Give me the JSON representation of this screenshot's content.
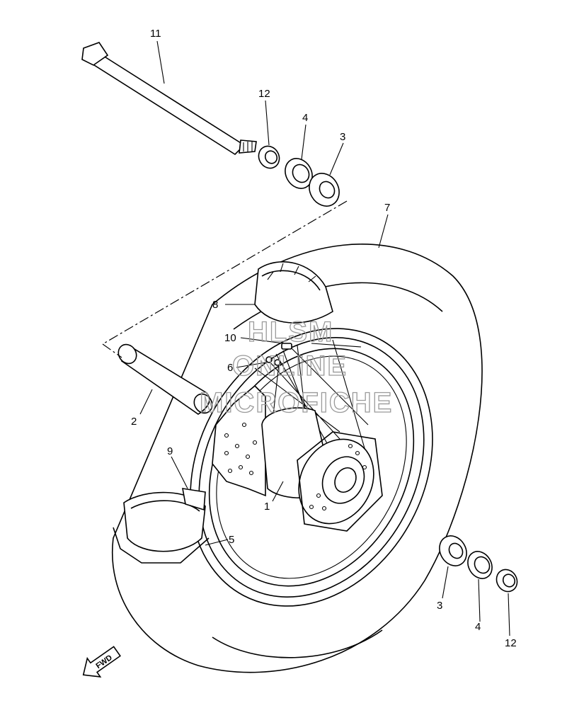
{
  "callouts": [
    {
      "id": "c1",
      "label": "1"
    },
    {
      "id": "c2",
      "label": "2"
    },
    {
      "id": "c3a",
      "label": "3"
    },
    {
      "id": "c3b",
      "label": "3"
    },
    {
      "id": "c4a",
      "label": "4"
    },
    {
      "id": "c4b",
      "label": "4"
    },
    {
      "id": "c5",
      "label": "5"
    },
    {
      "id": "c6",
      "label": "6"
    },
    {
      "id": "c7",
      "label": "7"
    },
    {
      "id": "c8",
      "label": "8"
    },
    {
      "id": "c9",
      "label": "9"
    },
    {
      "id": "c10",
      "label": "10"
    },
    {
      "id": "c11",
      "label": "11"
    },
    {
      "id": "c12a",
      "label": "12"
    },
    {
      "id": "c12b",
      "label": "12"
    }
  ],
  "watermark": [
    "HLSM",
    "ONLINE",
    "MICROFICHE"
  ],
  "direction_badge": "FWD"
}
